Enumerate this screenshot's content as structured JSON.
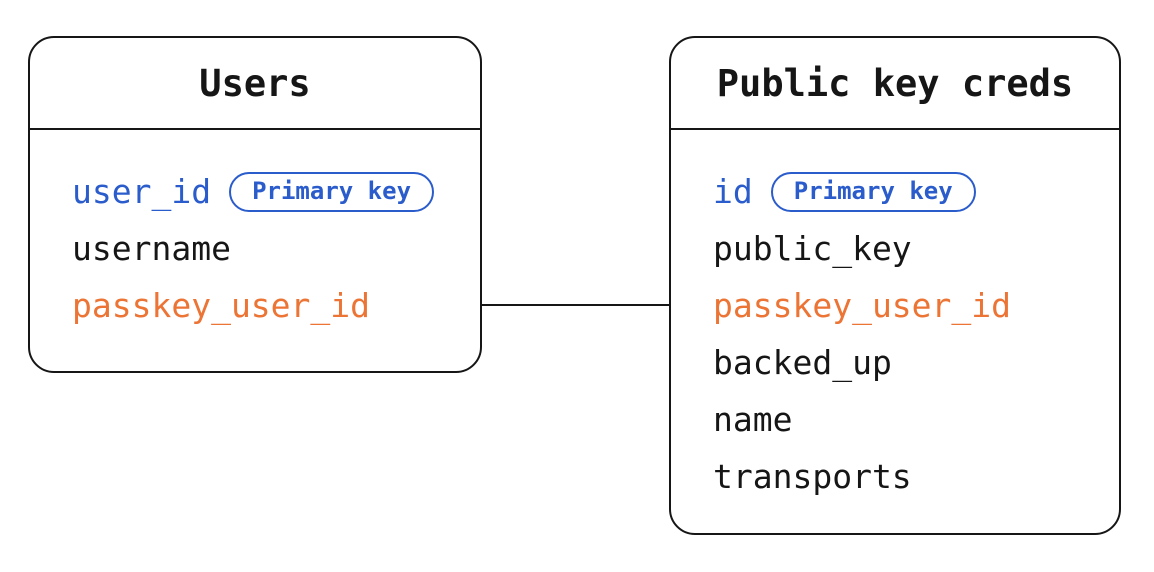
{
  "colors": {
    "blue": "#2b5ccb",
    "orange": "#ec7434",
    "black": "#161616"
  },
  "tables": [
    {
      "title": "Users",
      "fields": [
        {
          "name": "user_id",
          "color": "blue",
          "badge": "Primary key"
        },
        {
          "name": "username",
          "color": "black"
        },
        {
          "name": "passkey_user_id",
          "color": "orange"
        }
      ]
    },
    {
      "title": "Public key creds",
      "fields": [
        {
          "name": "id",
          "color": "blue",
          "badge": "Primary key"
        },
        {
          "name": "public_key",
          "color": "black"
        },
        {
          "name": "passkey_user_id",
          "color": "orange"
        },
        {
          "name": "backed_up",
          "color": "black"
        },
        {
          "name": "name",
          "color": "black"
        },
        {
          "name": "transports",
          "color": "black"
        }
      ]
    }
  ],
  "relationship": {
    "connects": [
      "Users.passkey_user_id",
      "Public key creds.passkey_user_id"
    ]
  }
}
